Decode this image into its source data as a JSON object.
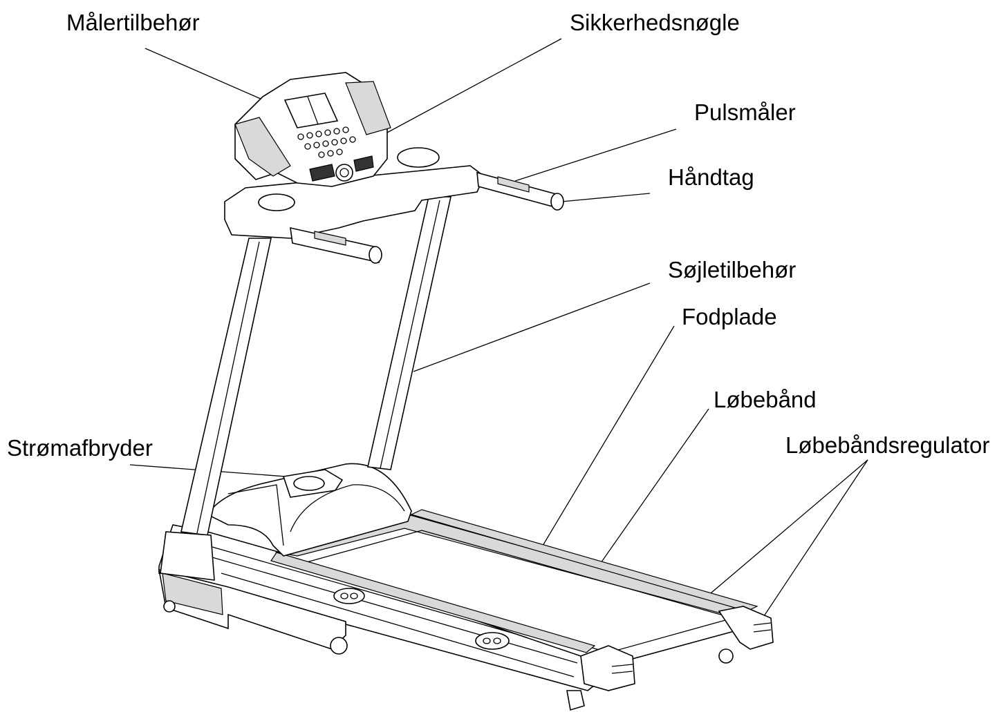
{
  "labels": {
    "maaler": "Målertilbehør",
    "sikkerhed": "Sikkerhedsnøgle",
    "puls": "Pulsmåler",
    "haandtag": "Håndtag",
    "soejle": "Søjletilbehør",
    "fodplade": "Fodplade",
    "loebebaand": "Løbebånd",
    "regulator": "Løbebåndsregulator",
    "stroem": "Strømafbryder"
  }
}
